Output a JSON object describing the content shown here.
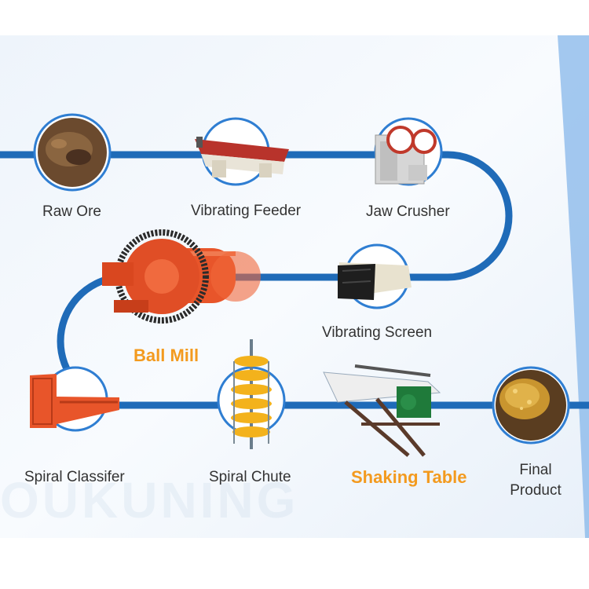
{
  "colors": {
    "path": "#1f6bb8",
    "accent": "#f39a1e",
    "node_ring": "#2f7ed2",
    "label": "#333333"
  },
  "steps": [
    {
      "id": "raw-ore",
      "label": "Raw Ore",
      "icon": "ore-rock-icon"
    },
    {
      "id": "vibrating-feeder",
      "label": "Vibrating Feeder",
      "icon": "feeder-machine-icon"
    },
    {
      "id": "jaw-crusher",
      "label": "Jaw Crusher",
      "icon": "jaw-crusher-machine-icon"
    },
    {
      "id": "vibrating-screen",
      "label": "Vibrating Screen",
      "icon": "screen-machine-icon"
    },
    {
      "id": "ball-mill",
      "label": "Ball Mill",
      "icon": "ball-mill-machine-icon"
    },
    {
      "id": "spiral-classifier",
      "label": "Spiral Classifer",
      "icon": "spiral-classifier-machine-icon"
    },
    {
      "id": "spiral-chute",
      "label": "Spiral Chute",
      "icon": "spiral-chute-machine-icon"
    },
    {
      "id": "shaking-table",
      "label": "Shaking Table",
      "icon": "shaking-table-machine-icon"
    },
    {
      "id": "final-product",
      "label": "Final Product",
      "icon": "concentrate-product-icon"
    }
  ],
  "watermark": "OUKUNING"
}
